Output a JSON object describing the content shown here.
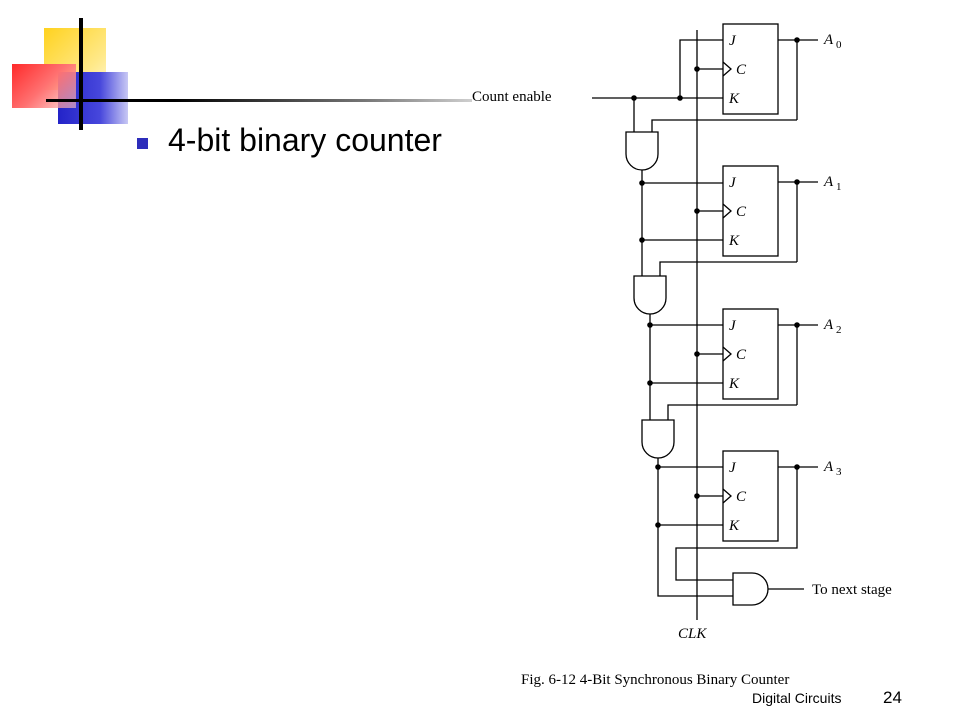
{
  "slide": {
    "heading": "4-bit binary counter",
    "footer_label": "Digital Circuits",
    "page_number": "24"
  },
  "diagram": {
    "count_enable_label": "Count enable",
    "clock_label": "CLK",
    "next_stage_label": "To next stage",
    "caption": "Fig. 6-12  4-Bit Synchronous Binary Counter",
    "flipflops": [
      {
        "j": "J",
        "c": "C",
        "k": "K",
        "output": "A",
        "index": "0"
      },
      {
        "j": "J",
        "c": "C",
        "k": "K",
        "output": "A",
        "index": "1"
      },
      {
        "j": "J",
        "c": "C",
        "k": "K",
        "output": "A",
        "index": "2"
      },
      {
        "j": "J",
        "c": "C",
        "k": "K",
        "output": "A",
        "index": "3"
      }
    ]
  },
  "colors": {
    "bullet": "#2d2dbb",
    "deco_yellow": "#ffd21e",
    "deco_blue": "#2323c8",
    "deco_red": "#ff2a2a"
  }
}
